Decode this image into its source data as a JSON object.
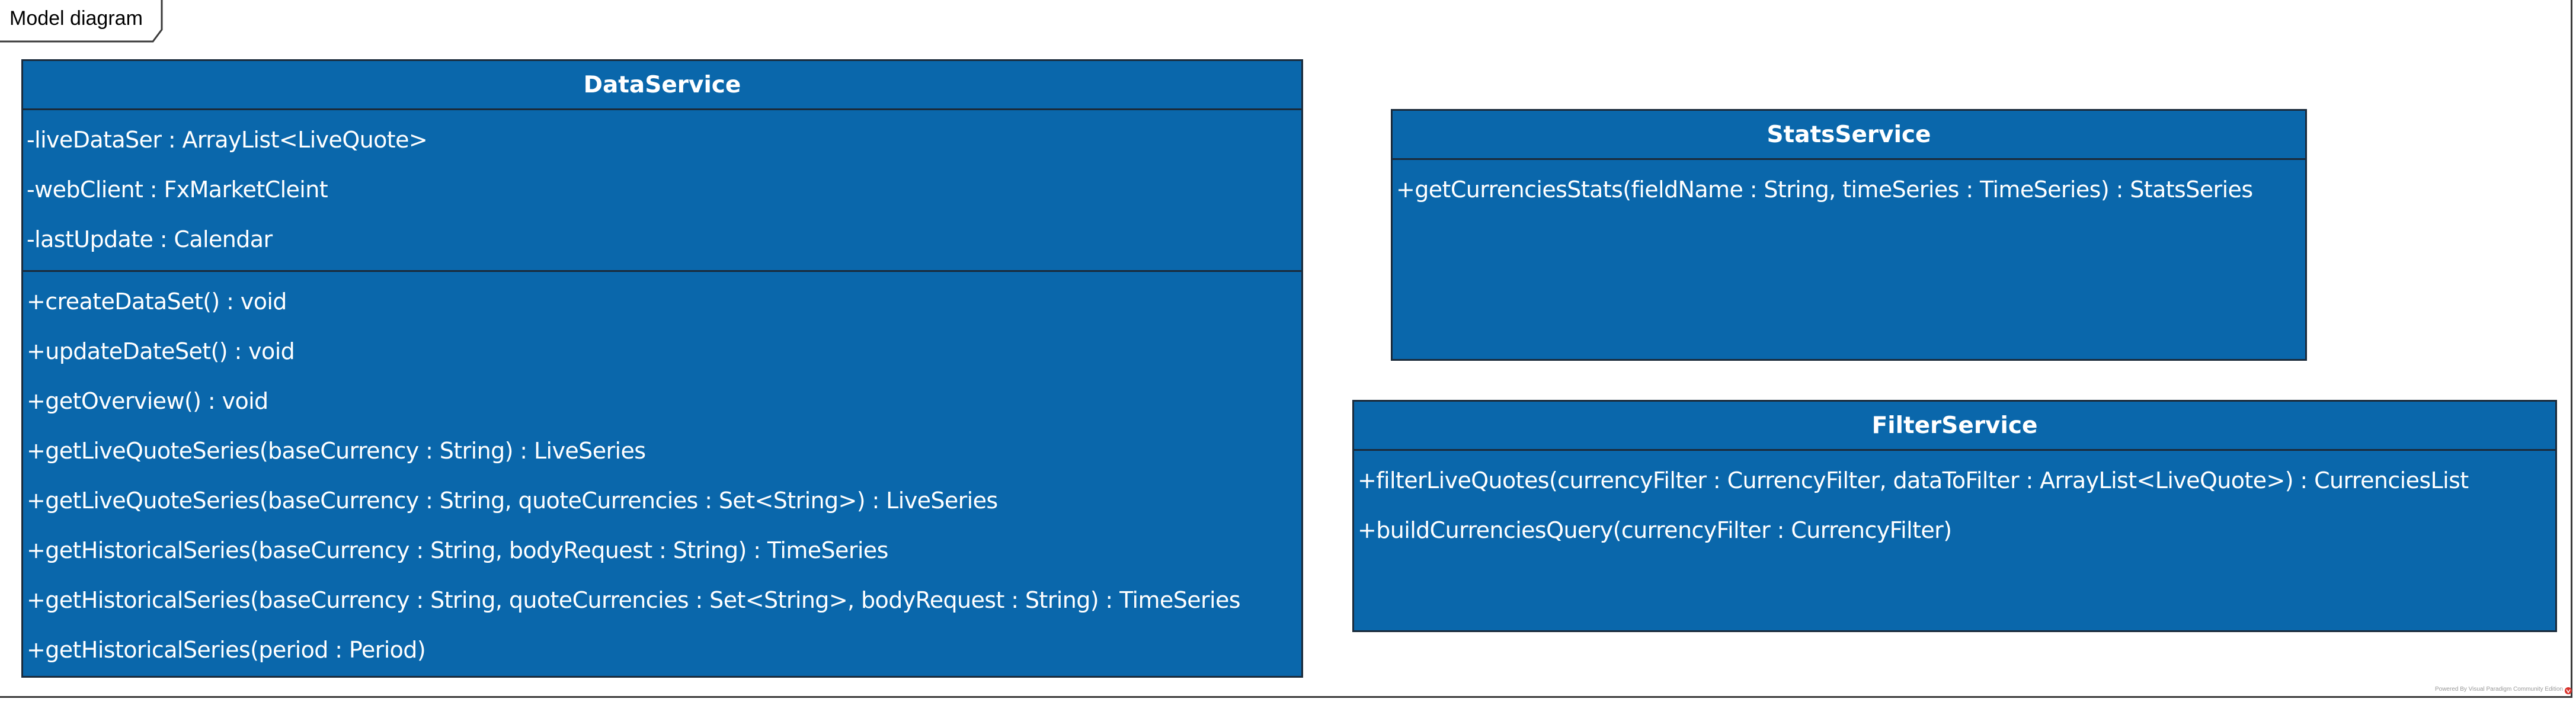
{
  "frame": {
    "label": "Model diagram"
  },
  "classes": {
    "data_service": {
      "name": "DataService",
      "attributes": [
        "-liveDataSer : ArrayList<LiveQuote>",
        "-webClient : FxMarketCleint",
        "-lastUpdate : Calendar"
      ],
      "operations": [
        "+createDataSet() : void",
        "+updateDateSet() : void",
        "+getOverview() : void",
        "+getLiveQuoteSeries(baseCurrency : String) : LiveSeries",
        "+getLiveQuoteSeries(baseCurrency : String, quoteCurrencies : Set<String>) : LiveSeries",
        "+getHistoricalSeries(baseCurrency : String, bodyRequest : String) : TimeSeries",
        "+getHistoricalSeries(baseCurrency : String, quoteCurrencies : Set<String>, bodyRequest : String) : TimeSeries",
        "+getHistoricalSeries(period : Period)"
      ]
    },
    "stats_service": {
      "name": "StatsService",
      "operations": [
        "+getCurrenciesStats(fieldName : String, timeSeries : TimeSeries) : StatsSeries"
      ]
    },
    "filter_service": {
      "name": "FilterService",
      "operations": [
        "+filterLiveQuotes(currencyFilter : CurrencyFilter, dataToFilter : ArrayList<LiveQuote>) : CurrenciesList",
        "+buildCurrenciesQuery(currencyFilter : CurrencyFilter)"
      ]
    }
  },
  "watermark": {
    "text": "Powered By Visual Paradigm Community Edition"
  },
  "colors": {
    "class_fill": "#0a67ab",
    "class_border": "#1a2a3a",
    "text": "#ffffff"
  }
}
